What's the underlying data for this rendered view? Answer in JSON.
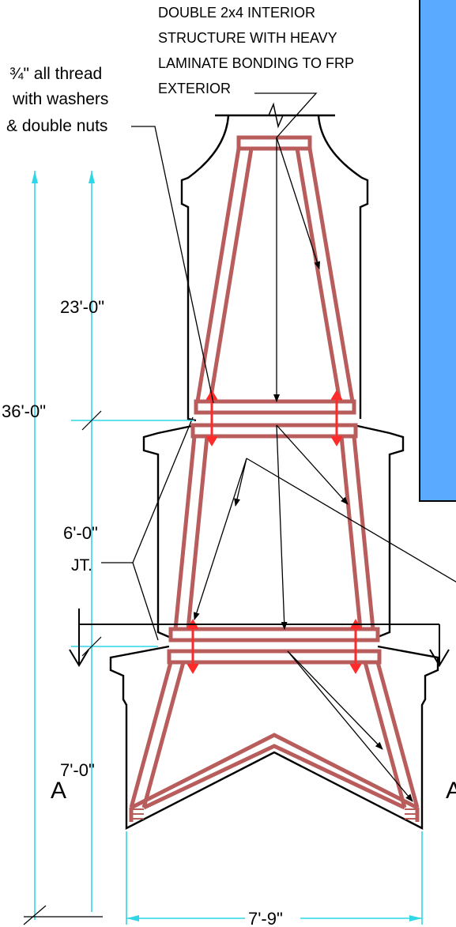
{
  "notes": {
    "structure_line1": "DOUBLE 2x4 INTERIOR",
    "structure_line2": "STRUCTURE WITH HEAVY",
    "structure_line3": "LAMINATE BONDING TO FRP",
    "structure_line4": "EXTERIOR",
    "thread_fraction": "¾\"",
    "thread_line1_rest": " all thread",
    "thread_line2": "with washers",
    "thread_line3": "& double nuts",
    "joint": "JT."
  },
  "dimensions": {
    "overall_height": "36'-0\"",
    "upper_section": "23'-0\"",
    "middle_section": "6'-0\"",
    "lower_section": "7'-0\"",
    "base_width": "7'-9\""
  },
  "section_marks": {
    "left": "A",
    "right": "A"
  },
  "colors": {
    "frame": "#b85c5c",
    "bolt": "#ff2a2a",
    "dimension": "#2fd6e6",
    "panel": "#5aabff",
    "outline": "#000000"
  }
}
